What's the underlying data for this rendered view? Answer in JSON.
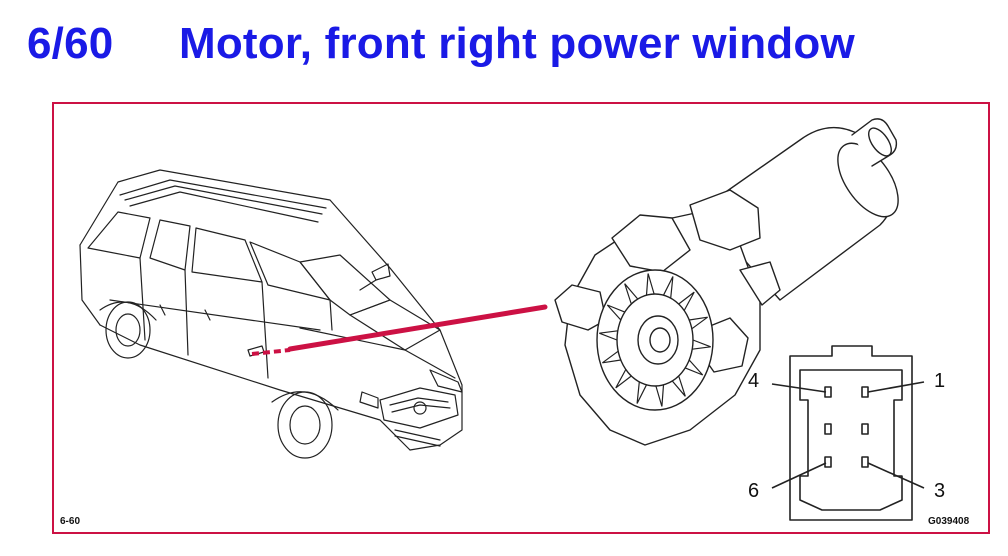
{
  "header": {
    "code": "6/60",
    "title": "Motor, front right power window"
  },
  "diagram": {
    "ref_code": "6-60",
    "figure_id": "G039408",
    "pins": {
      "top_left": "4",
      "top_right": "1",
      "bottom_left": "6",
      "bottom_right": "3"
    }
  },
  "colors": {
    "title": "#1a1ae6",
    "frame": "#cc1144",
    "leader_line": "#cc1144",
    "line_art": "#222222"
  },
  "icons": [
    "car-illustration",
    "power-window-motor-illustration",
    "connector-pinout"
  ]
}
